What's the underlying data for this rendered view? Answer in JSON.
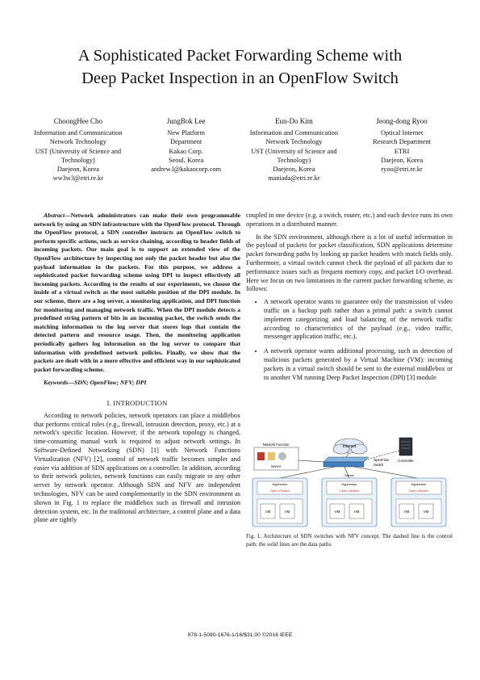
{
  "title_line1": "A Sophisticated Packet Forwarding Scheme with",
  "title_line2": "Deep Packet Inspection in an OpenFlow Switch",
  "authors": [
    {
      "name": "ChoongHee Cho",
      "l1": "Information and Communication",
      "l2": "Network Technology",
      "l3": "UST (University of Science and",
      "l4": "Technology)",
      "l5": "Daejeon, Korea",
      "l6": "ww3w3@etri.re.kr"
    },
    {
      "name": "JungBok Lee",
      "l1": "New Platform",
      "l2": "Department",
      "l3": "Kakao Corp.",
      "l4": "Seoul, Korea",
      "l5": "andrew.l@kakaocorp.com",
      "l6": ""
    },
    {
      "name": "Eun-Do Kim",
      "l1": "Information and Communication",
      "l2": "Network Technology",
      "l3": "UST (University of Science and",
      "l4": "Technology)",
      "l5": "Daejeon, Korea",
      "l6": "maniada@etri.re.kr"
    },
    {
      "name": "Jeong-dong Ryoo",
      "l1": "Optical Internet",
      "l2": "Research Department",
      "l3": "ETRI",
      "l4": "Daejeon, Korea",
      "l5": "ryoo@etri.re.kr",
      "l6": ""
    }
  ],
  "abstract_label": "Abstract",
  "abstract_text": "—Network administrators can make their own programmable network by using an SDN infrastructure with the OpenFlow protocol. Through the OpenFlow protocol, a SDN controller instructs an OpenFlow switch to perform specific actions, such as service chaining, according to header fields of incoming packets. Our main goal is to support an extended view of the OpenFlow architecture by inspecting not only the packet header but also the payload information in the packets. For this purpose, we address a sophisticated packet forwarding scheme using DPI to inspect effectively all incoming packets. According to the results of our experiments, we choose the inside of a virtual switch as the most suitable position of the DPI module. In our scheme, there are a log server, a monitoring application, and DPI function for monitoring and managing network traffic. When the DPI module detects a predefined string pattern of bits in an incoming packet, the switch sends the matching information to the log server that stores logs that contain the detected pattern and resource usage. Then, the monitoring application periodically gathers log information on the log server to compare that information with predefined network policies. Finally, we show that the packets are dealt with in a more effective and efficient way in our sophisticated packet forwarding scheme.",
  "keywords": "Keywords—SDN; OpenFlow; NFV; DPI",
  "section1": "I.   INTRODUCTION",
  "intro_p1": "According to network policies, network operators can place a middlebox that performs critical roles (e.g., firewall, intrusion detection, proxy, etc.) at a network's specific location. However, if the network topology is changed, time-consuming manual work is required to adjust network settings. In Software-Defined Networking (SDN) [1] with Network Functions Virtualization (NFV) [2], control of network traffic becomes simpler and easier via addition of SDN applications on a controller. In addition, according to their network policies, network functions can easily migrate to any other server by network operator. Although SDN and NFV are independent technologies, NFV can be used complementarily in the SDN environment as shown in Fig. 1 to replace the middlebox such as firewall and intrusion detection system, etc. In the traditional architecture, a control plane and a data plane are tightly",
  "right_p0": "coupled in one device (e.g. a switch, router, etc.) and each device runs its own operations in a distributed manner.",
  "right_p1": "In the SDN environment, although there is a lot of useful information in the payload of packets for packet classification, SDN applications determine packet forwarding paths by looking up packet headers with match fields only. Furthermore, a virtual switch cannot check the payload of all packets due to performance issues such as frequent memory copy, and packet I/O overhead. Here we focus on two limitations in the current packet forwarding scheme, as follows:",
  "bullet1": "A network operator wants to guarantee only the transmission of video traffic on a backup path rather than a primal path: a switch cannot implement categorizing and load balancing of the network traffic according to characteristics of the payload (e.g., video traffic, messenger application traffic, etc.).",
  "bullet2": "A network operator wants additional processing, such as detection of malicious packets generated by a Virtual Machine (VM): incoming packets in a virtual switch should be sent to the external middlebox or to another VM running Deep Packet Inspection (DPI) [3] module",
  "fig": {
    "internet": "Internet",
    "controller": "Controller",
    "nf": "Network Function",
    "server": "Server",
    "openflow": "OpenFlow",
    "switch": "Switch",
    "hypervisor": "Hypervisor",
    "vswitch": "Open vSwitch",
    "vm": "VM"
  },
  "caption": "Fig. 1.  Architecture of SDN switches with NFV concept. The dashed line is the control path; the solid lines are the data paths.",
  "footer": "978-1-5090-1676-1/16/$31.00 ©2016 IEEE"
}
